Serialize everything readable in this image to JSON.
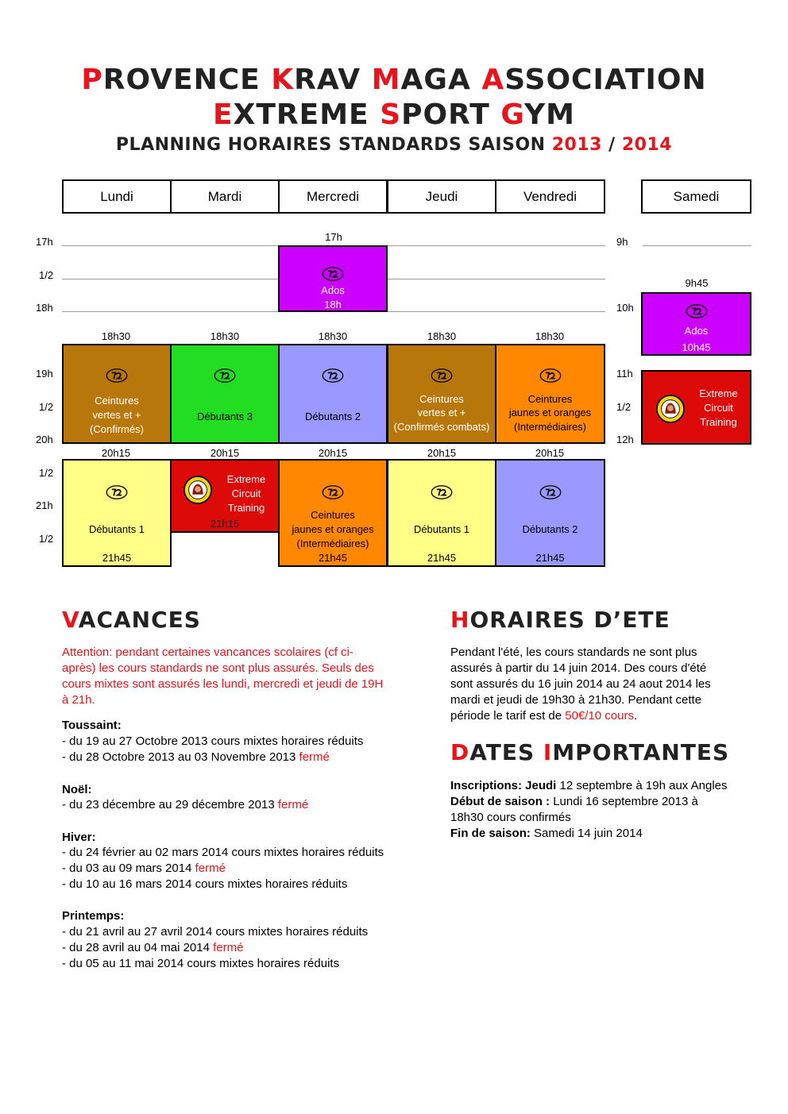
{
  "header": {
    "line1": [
      [
        "P",
        "ROVENCE "
      ],
      [
        "K",
        "RAV "
      ],
      [
        "M",
        "AGA "
      ],
      [
        "A",
        "SSOCIATION"
      ]
    ],
    "line2": [
      [
        "E",
        "XTREME "
      ],
      [
        "S",
        "PORT "
      ],
      [
        "G",
        "YM"
      ]
    ],
    "line3_prefix": "PLANNING HORAIRES STANDARDS SAISON ",
    "line3_year1": "2013",
    "line3_sep": " / ",
    "line3_year2": "2014"
  },
  "days": [
    "Lundi",
    "Mardi",
    "Mercredi",
    "Jeudi",
    "Vendredi",
    "Samedi"
  ],
  "colors": {
    "brown": "#b8770b",
    "green": "#22dd22",
    "lavender": "#9999ff",
    "orange": "#ff8800",
    "yellow": "#ffff88",
    "red": "#dd0a0a",
    "purple": "#cc00ff",
    "accent": "#e8141b"
  },
  "schedule": {
    "week_times": [
      "17h",
      "1/2",
      "18h",
      "19h",
      "1/2",
      "20h",
      "1/2",
      "21h",
      "1/2"
    ],
    "sat_times": [
      "9h",
      "10h",
      "11h",
      "1/2",
      "12h"
    ],
    "start_1830": "18h30",
    "end_2015": "20h15",
    "ados_wed": {
      "start": "17h",
      "label": "Ados",
      "end": "18h"
    },
    "sat_ados": {
      "start": "9h45",
      "label": "Ados",
      "end": "10h45"
    },
    "ect_label": [
      "Extreme",
      "Circuit",
      "Training"
    ],
    "ect_end": "21h15",
    "end_2145": "21h45",
    "evening": [
      [
        "Ceintures",
        "vertes et +",
        "(Confirmés)"
      ],
      [
        "Débutants 3"
      ],
      [
        "Débutants 2"
      ],
      [
        "Ceintures",
        "vertes et  +",
        "(Confirmés combats)"
      ],
      [
        "Ceintures",
        "jaunes et oranges",
        "(Intermédiaires)"
      ]
    ],
    "late": [
      [
        "Débutants 1"
      ],
      [
        "Ceintures",
        "jaunes et oranges",
        "(Intermédiaires)"
      ],
      [
        "Débutants 1"
      ],
      [
        "Débutants 2"
      ]
    ]
  },
  "vacances": {
    "title": [
      [
        "V",
        "ACANCES"
      ]
    ],
    "intro": [
      "Attention: pendant certaines vancances scolaires (cf ci-",
      "après) les cours standards ne sont plus assurés. Seuls des",
      "cours mixtes sont assurés les lundi, mercredi et jeudi de 19H",
      "à 21h."
    ],
    "toussaint": {
      "label": "Toussaint:",
      "l1": "- du 19 au 27 Octobre 2013 cours mixtes horaires réduits",
      "l2": "- du 28 Octobre 2013 au 03 Novembre 2013 ",
      "l2r": "fermé"
    },
    "noel": {
      "label": "Noël:",
      "l1": "- du 23 décembre au 29 décembre 2013 ",
      "l1r": "fermé"
    },
    "hiver": {
      "label": "Hiver:",
      "l1": "- du 24 février au 02 mars 2014 cours mixtes horaires réduits",
      "l2": "- du 03 au 09 mars 2014 ",
      "l2r": "fermé",
      "l3": "- du 10 au 16 mars 2014 cours mixtes horaires réduits"
    },
    "printemps": {
      "label": "Printemps:",
      "l1": "- du 21 avril au 27 avril 2014 cours mixtes horaires réduits",
      "l2": "- du 28 avril au 04 mai 2014 ",
      "l2r": "fermé",
      "l3": "- du 05 au 11 mai 2014 cours mixtes horaires réduits"
    }
  },
  "ete": {
    "title": [
      [
        "H",
        "ORAIRES D’ETE"
      ]
    ],
    "l1": "Pendant l'été, les cours standards ne sont plus",
    "l2": "assurés à partir du 14 juin 2014. Des cours d'été",
    "l3": "sont assurés du 16 juin 2014 au 24 aout 2014 les",
    "l4": "mardi et jeudi de 19h30 à 21h30. Pendant cette",
    "l5": "période le tarif est de ",
    "l5r": "50€/10 cours",
    "l5e": "."
  },
  "dates": {
    "title": [
      [
        "D",
        "ATES "
      ],
      [
        "I",
        "MPORTANTES"
      ]
    ],
    "i_label": "Inscriptions: Jeudi",
    "i_text": " 12 septembre à 19h aux Angles",
    "d_label": "Début de saison :",
    "d_text": " Lundi 16 septembre 2013 à",
    "d_text2": "18h30 cours confirmés",
    "f_label": "Fin de saison:",
    "f_text": " Samedi 14 juin 2014"
  }
}
